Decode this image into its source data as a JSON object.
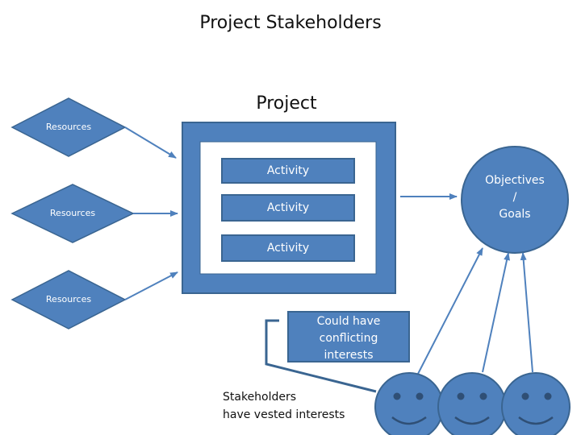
{
  "title": "Project Stakeholders",
  "project": {
    "label": "Project"
  },
  "resources": [
    {
      "label": "Resources"
    },
    {
      "label": "Resources"
    },
    {
      "label": "Resources"
    }
  ],
  "activities": [
    {
      "label": "Activity"
    },
    {
      "label": "Activity"
    },
    {
      "label": "Activity"
    }
  ],
  "objectives": {
    "line1": "Objectives",
    "line2": "/",
    "line3": "Goals"
  },
  "conflict": {
    "line1": "Could have",
    "line2": "conflicting",
    "line3": "interests"
  },
  "stakeholders": {
    "line1": "Stakeholders",
    "line2": "have vested interests",
    "count": 3
  },
  "colors": {
    "fill": "#4f81bd",
    "stroke": "#3a6591",
    "face_feature": "#2f4f75"
  }
}
